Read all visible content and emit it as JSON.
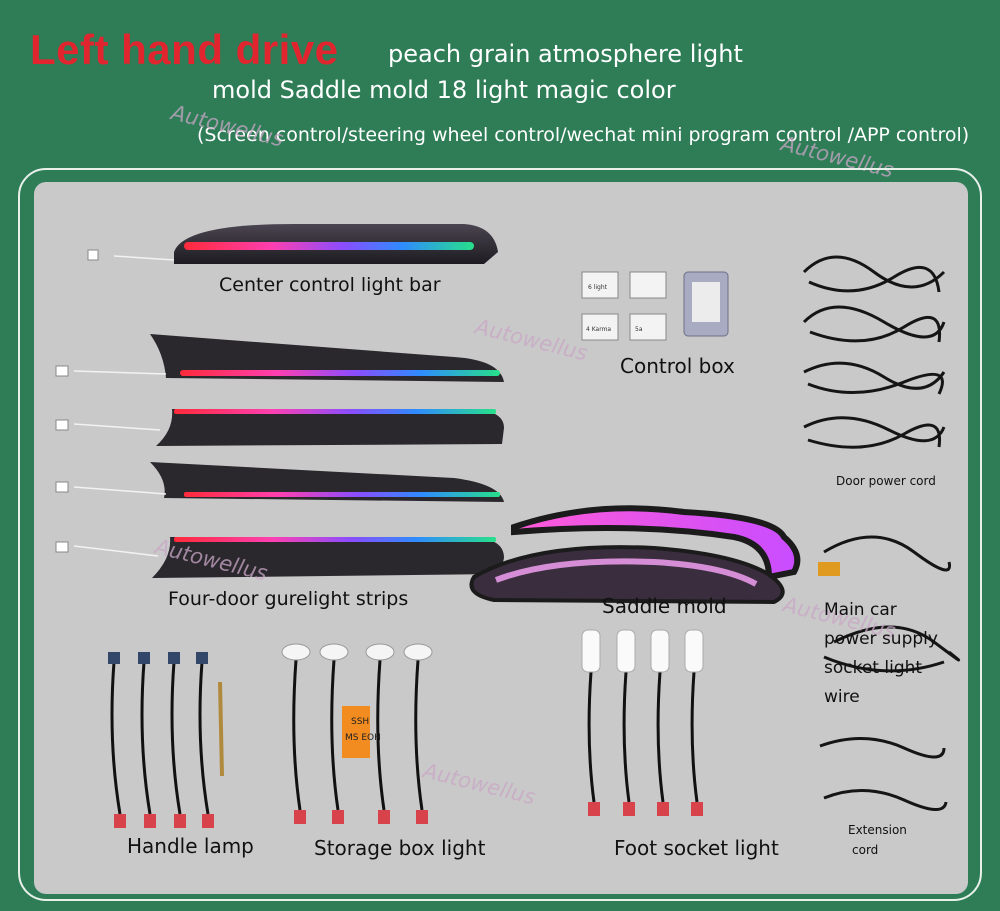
{
  "header": {
    "title_red": "Left hand drive",
    "title_line1": "peach grain atmosphere light",
    "title_line2": "mold Saddle mold 18 light magic color",
    "subtitle": "(Screen control/steering wheel control/wechat mini program control /APP control)"
  },
  "labels": {
    "center_bar": "Center control light bar",
    "control_box": "Control box",
    "door_power": "Door power cord",
    "four_door": "Four-door gurelight strips",
    "saddle_mold": "Saddle mold",
    "main_car_l1": "Main car",
    "main_car_l2": "power supply",
    "main_car_l3": "socket light",
    "main_car_l4": "wire",
    "handle_lamp": "Handle lamp",
    "storage_box": "Storage box light",
    "foot_socket": "Foot socket light",
    "extension_l1": "Extension",
    "extension_l2": "cord"
  },
  "control_modules": [
    "6 light",
    "4 Karma",
    "5a"
  ],
  "watermark": "Autowellus",
  "sticker_text": [
    "SSH",
    "MS EOH"
  ],
  "colors": {
    "background_green": "#2e7d57",
    "panel_gray": "#c9c9c9",
    "title_red": "#e0252f"
  }
}
